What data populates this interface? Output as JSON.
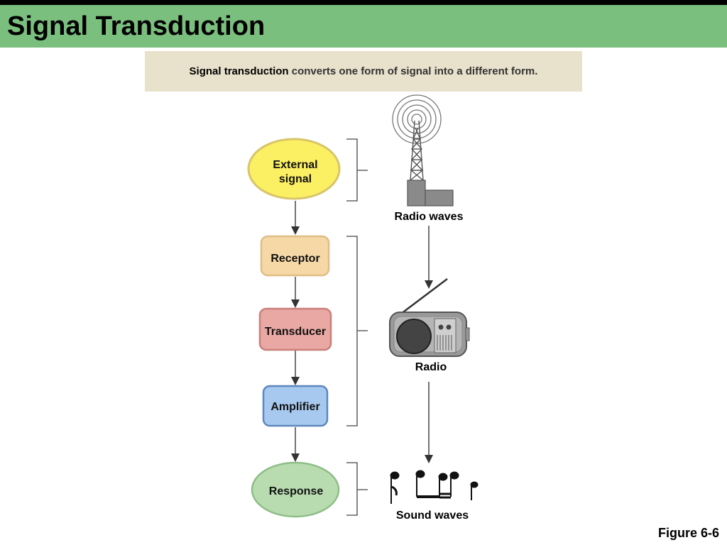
{
  "slide": {
    "title": "Signal Transduction",
    "figure_label": "Figure 6-6"
  },
  "caption": {
    "term": "Signal transduction",
    "text": " converts one form of signal into a different form."
  },
  "pathway": {
    "external_signal": [
      "External",
      "signal"
    ],
    "receptor": "Receptor",
    "transducer": "Transducer",
    "amplifier": "Amplifier",
    "response": "Response"
  },
  "analogy": {
    "radio_waves": "Radio waves",
    "radio": "Radio",
    "sound_waves": "Sound waves"
  },
  "colors": {
    "title_band": "#7bbf7e",
    "caption_bg": "#e8e1cb",
    "external_signal": "#fbef63",
    "receptor": "#f6d8a6",
    "transducer": "#e9a8a3",
    "amplifier": "#a8c9ef",
    "response": "#b8dcb0"
  },
  "icons": [
    "radio-tower-icon",
    "radio-icon",
    "music-notes-icon"
  ]
}
